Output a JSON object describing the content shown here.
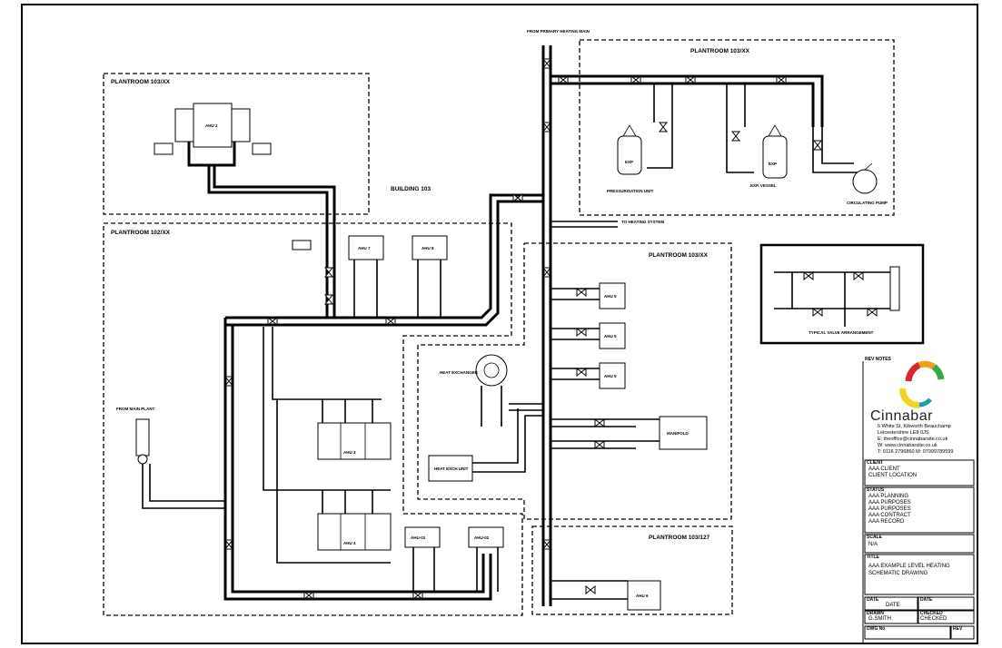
{
  "drawing": {
    "rooms": [
      {
        "id": "r1",
        "label": "PLANTROOM 103/XX"
      },
      {
        "id": "r2",
        "label": "PLANTROOM 102/XX"
      },
      {
        "id": "r3",
        "label": "PLANTROOM 103/XX"
      },
      {
        "id": "r4",
        "label": "PLANTROOM 103/XX"
      },
      {
        "id": "r5",
        "label": "PLANTROOM 103/127"
      }
    ],
    "building_label": "BUILDING 103",
    "equipment": {
      "ahu_top": "AHU 2",
      "fcu_a": "AHU 7",
      "fcu_b": "AHU 8",
      "heater_a": "AHU 3",
      "heater_b": "AHU 4",
      "heater_c": "AHU 5",
      "boiler_a": "AHU 01",
      "boiler_b": "AHU 02",
      "pump_a": "AHU-01",
      "pump_b": "AHU-02",
      "ahu_bottom": "AHU 6",
      "vessel_a": "EXP",
      "vessel_b": "EXP",
      "manifold": "MANIFOLD",
      "heat_exchanger": "HEAT EXCHANGER",
      "unit_box": "HEAT EXCH UNIT"
    },
    "annotations": {
      "top_feed": "FROM PRIMARY HEATING MAIN",
      "side_feed": "TO HEATING SYSTEM",
      "left_feed": "FROM MAIN PLANT",
      "vessel_label_a": "PRESSURISATION UNIT",
      "vessel_label_b": "EXP. VESSEL",
      "pump_label": "CIRCULATING PUMP",
      "typical_detail": "TYPICAL VALVE ARRANGEMENT"
    }
  },
  "title_block": {
    "rev_label": "REV NOTES",
    "logo_text": "Cinnabar",
    "address_lines": [
      "6 White St, Kibworth Beauchamp",
      "Leicestershire LE8 0JS",
      "E: theoffice@cinnabarsite.co.uk",
      "W: www.cinnabarsite.co.uk",
      "T: 0116 2796860   M: 07999789599"
    ],
    "client_head": "CLIENT",
    "client_lines": [
      "AAA CLIENT",
      "CLIENT LOCATION"
    ],
    "status_head": "STATUS",
    "status_lines": [
      "AAA PLANNING",
      "AAA PURPOSES",
      "AAA PURPOSES",
      "AAA CONTRACT",
      "AAA RECORD"
    ],
    "scale_head": "SCALE",
    "scale_value": "N/A",
    "title_head": "TITLE",
    "title_lines": [
      "AAA EXAMPLE LEVEL HEATING",
      "SCHEMATIC DRAWING"
    ],
    "date_head": "DATE",
    "date_value": "DATE",
    "drawn_head": "DRAWN",
    "drawn_value": "G.SMITH",
    "check_head": "CHECKED",
    "check_value": "CHECKED",
    "dwg_head": "DWG No",
    "rev_head": "REV"
  },
  "colors": {
    "logo_red": "#d7262c",
    "logo_orange": "#f39c1e",
    "logo_yellow": "#f1d21f",
    "logo_green": "#3aa94a",
    "logo_teal": "#1e9bb0",
    "logo_blue": "#2b5aa5"
  }
}
